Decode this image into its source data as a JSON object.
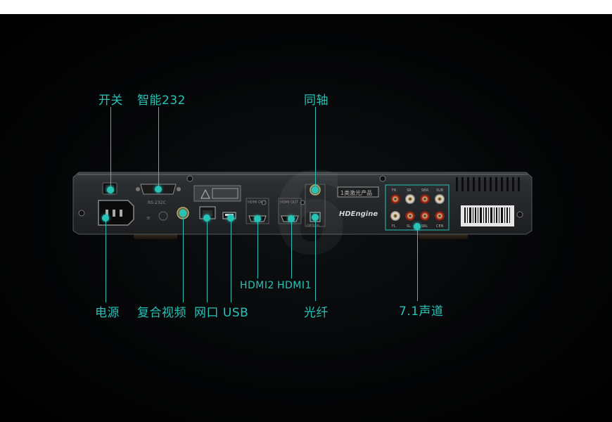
{
  "labels": {
    "switch": "开关",
    "rs232": "智能232",
    "coaxial": "同轴",
    "power": "电源",
    "composite": "复合视频",
    "network_usb": "网口 USB",
    "hdmi2": "HDMI2",
    "hdmi1": "HDMI1",
    "optical": "光纤",
    "surround": "7.1声道"
  },
  "device": {
    "brand_logo": "HDEngine",
    "badge": "1类激光产品",
    "port_marks": {
      "rs232": "RS-232C",
      "hdmi_out_left": "HDMI OUT",
      "hdmi_out_right": "HDMI OUT",
      "optical": "OPTICAL",
      "rca_top": [
        "FR",
        "SR",
        "SBR",
        "SUB"
      ],
      "rca_bottom": [
        "FL",
        "SL",
        "SBL",
        "CEN"
      ]
    }
  },
  "colors": {
    "accent": "#27c3b7",
    "background": "#000000",
    "chassis": "#2a2d30"
  }
}
